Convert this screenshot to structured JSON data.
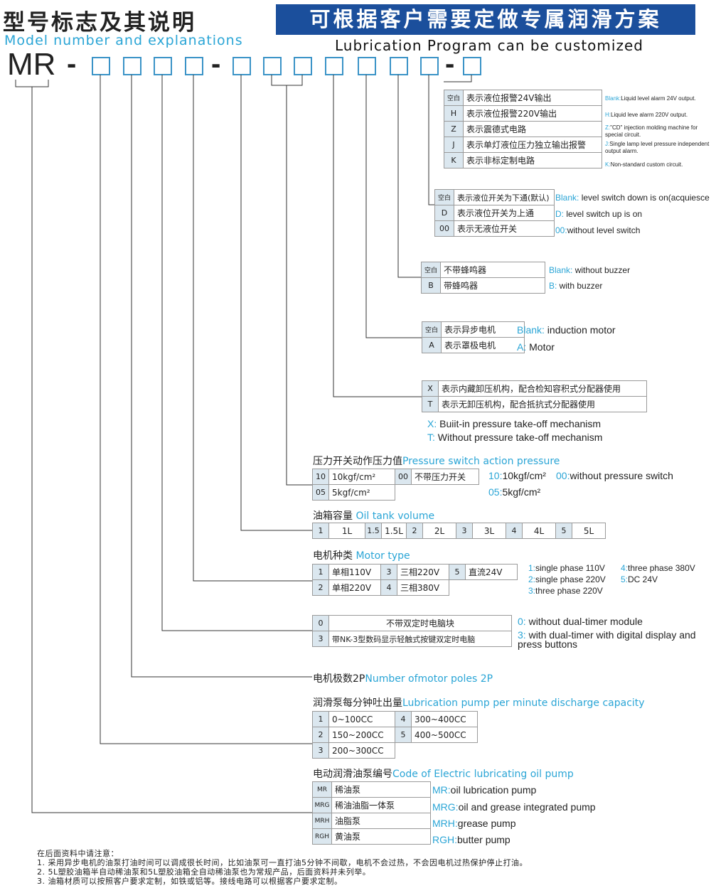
{
  "header": {
    "title_cn": "型号标志及其说明",
    "title_en": "Model number and explanations",
    "banner": "可根据客户需要定做专属润滑方案",
    "subtitle_en": "Lubrication Program can be customized",
    "model_prefix": "MR",
    "dash": "-"
  },
  "colors": {
    "accent": "#2aa5d6",
    "banner": "#1b4f9c",
    "box_border": "#3a93c7",
    "key_cell": "#dbe7ef"
  },
  "circuit": {
    "rows": [
      {
        "key": "空白",
        "cn": "表示液位报警24V输出",
        "en_key": "Blank:",
        "en": "Liquid level alarm 24V output."
      },
      {
        "key": "H",
        "cn": "表示液位报警220V输出",
        "en_key": "H:",
        "en": "Liquid leve alarm 220V output."
      },
      {
        "key": "Z",
        "cn": "表示震德式电路",
        "en_key": "Z:",
        "en": "\"CD\" injection molding machine for special circuit."
      },
      {
        "key": "J",
        "cn": "表示单灯液位压力独立输出报警",
        "en_key": "J:",
        "en": "Single lamp level pressure independent output alarm."
      },
      {
        "key": "K",
        "cn": "表示非标定制电路",
        "en_key": "K:",
        "en": "Non-standard custom circuit."
      }
    ]
  },
  "level_switch": {
    "rows": [
      {
        "key": "空白",
        "cn": "表示液位开关为下通(默认)",
        "en_key": "Blank:",
        "en": " level switch down is on(acquiesce in)"
      },
      {
        "key": "D",
        "cn": "表示液位开关为上通",
        "en_key": "D:",
        "en": " level switch up is on"
      },
      {
        "key": "00",
        "cn": "表示无液位开关",
        "en_key": "00:",
        "en": "without level switch"
      }
    ]
  },
  "buzzer": {
    "rows": [
      {
        "key": "空白",
        "cn": "不带蜂鸣器",
        "en_key": "Blank:",
        "en": " without buzzer"
      },
      {
        "key": "B",
        "cn": "带蜂鸣器",
        "en_key": "B:",
        "en": " with buzzer"
      }
    ]
  },
  "motor_kind": {
    "rows": [
      {
        "key": "空白",
        "cn": "表示异步电机",
        "en_key": "Blank:",
        "en": " induction motor"
      },
      {
        "key": "A",
        "cn": "表示罩极电机",
        "en_key": "A:",
        "en": " Motor"
      }
    ]
  },
  "pressure_mech": {
    "rows": [
      {
        "key": "X",
        "cn": "表示内藏卸压机构，配合检知容积式分配器使用"
      },
      {
        "key": "T",
        "cn": "表示无卸压机构，配合抵抗式分配器使用"
      }
    ],
    "en": [
      {
        "en_key": "X:",
        "en": "Buiit-in pressure take-off mechanism"
      },
      {
        "en_key": "T:",
        "en": "Without pressure take-off mechanism"
      }
    ]
  },
  "pressure_switch": {
    "title_cn": "压力开关动作压力值",
    "title_en": "Pressure switch action pressure",
    "k1": "10",
    "v1": "10kgf/cm²",
    "k2": "00",
    "v2": "不带压力开关",
    "k3": "05",
    "v3": "5kgf/cm²",
    "en1_key": "10:",
    "en1": "10kgf/cm²",
    "en2_key": "00:",
    "en2": "without pressure switch",
    "en3_key": "05:",
    "en3": "5kgf/cm²"
  },
  "tank": {
    "title_cn": "油箱容量",
    "title_en": "Oil tank volume",
    "items": [
      {
        "key": "1",
        "val": "1L"
      },
      {
        "key": "1.5",
        "val": "1.5L"
      },
      {
        "key": "2",
        "val": "2L"
      },
      {
        "key": "3",
        "val": "3L"
      },
      {
        "key": "4",
        "val": "4L"
      },
      {
        "key": "5",
        "val": "5L"
      }
    ]
  },
  "motor_type": {
    "title_cn": "电机种类",
    "title_en": "Motor type",
    "r1": [
      {
        "key": "1",
        "val": "单相110V"
      },
      {
        "key": "3",
        "val": "三相220V"
      },
      {
        "key": "5",
        "val": "直流24V"
      }
    ],
    "r2": [
      {
        "key": "2",
        "val": "单相220V"
      },
      {
        "key": "4",
        "val": "三相380V"
      }
    ],
    "en": [
      {
        "en_key": "1:",
        "en": "single phase 110V"
      },
      {
        "en_key": "4:",
        "en": "three phase 380V"
      },
      {
        "en_key": "2:",
        "en": "single phase 220V"
      },
      {
        "en_key": "5:",
        "en": "DC 24V"
      },
      {
        "en_key": "3:",
        "en": "three phase 220V"
      }
    ]
  },
  "timer": {
    "rows": [
      {
        "key": "0",
        "cn": "不带双定时电脑块"
      },
      {
        "key": "3",
        "cn": "带NK-3型数码显示轻触式按键双定时电脑"
      }
    ],
    "en": [
      {
        "en_key": "0:",
        "en": "without dual-timer module"
      },
      {
        "en_key": "3:",
        "en": "with dual-timer with digital display and press buttons"
      }
    ]
  },
  "poles": {
    "title_cn": "电机极数2P",
    "title_en": "Number ofmotor poles 2P"
  },
  "discharge": {
    "title_cn": "润滑泵每分钟吐出量",
    "title_en": "Lubrication pump per minute discharge capacity",
    "r1": [
      {
        "key": "1",
        "val": "0~100CC"
      },
      {
        "key": "4",
        "val": "300~400CC"
      }
    ],
    "r2": [
      {
        "key": "2",
        "val": "150~200CC"
      },
      {
        "key": "5",
        "val": "400~500CC"
      }
    ],
    "r3": [
      {
        "key": "3",
        "val": "200~300CC"
      }
    ]
  },
  "pump_code": {
    "title_cn": "电动润滑油泵编号",
    "title_en": "Code of Electric lubricating oil pump",
    "rows": [
      {
        "key": "MR",
        "cn": "稀油泵",
        "en_key": "MR:",
        "en": "oil lubrication pump"
      },
      {
        "key": "MRG",
        "cn": "稀油油脂一体泵",
        "en_key": "MRG:",
        "en": "oil and grease integrated pump"
      },
      {
        "key": "MRH",
        "cn": "油脂泵",
        "en_key": "MRH:",
        "en": "grease pump"
      },
      {
        "key": "RGH",
        "cn": "黄油泵",
        "en_key": "RGH:",
        "en": "butter pump"
      }
    ]
  },
  "notes": [
    "在后面资料中请注意：",
    "1. 采用异步电机的油泵打油时间可以调成很长时间，比如油泵可一直打油5分钟不间歇，电机不会过热，不会因电机过热保护停止打油。",
    "2. 5L塑胶油箱半自动稀油泵和5L塑胶油箱全自动稀油泵也为常规产品，后面资料并未列举。",
    "3. 油箱材质可以按照客户要求定制，如铁或铝等。接线电路可以根据客户要求定制。"
  ]
}
